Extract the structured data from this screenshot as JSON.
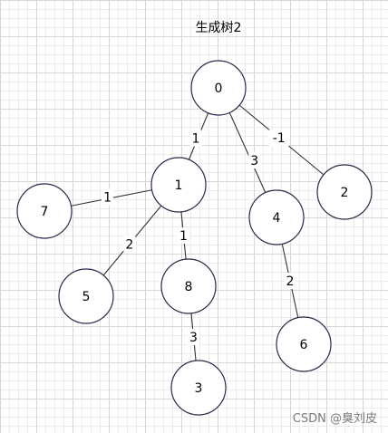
{
  "title": "生成树2",
  "watermark": "CSDN @臭刘皮",
  "graph": {
    "nodes": [
      {
        "id": "n0",
        "label": "0"
      },
      {
        "id": "n1",
        "label": "1"
      },
      {
        "id": "n2",
        "label": "2"
      },
      {
        "id": "n4",
        "label": "4"
      },
      {
        "id": "n7",
        "label": "7"
      },
      {
        "id": "n5",
        "label": "5"
      },
      {
        "id": "n8",
        "label": "8"
      },
      {
        "id": "n6",
        "label": "6"
      },
      {
        "id": "n3",
        "label": "3"
      }
    ],
    "edges": [
      {
        "from": "n0",
        "to": "n1",
        "weight": "1"
      },
      {
        "from": "n0",
        "to": "n4",
        "weight": "3"
      },
      {
        "from": "n0",
        "to": "n2",
        "weight": "-1"
      },
      {
        "from": "n1",
        "to": "n7",
        "weight": "1"
      },
      {
        "from": "n1",
        "to": "n5",
        "weight": "2"
      },
      {
        "from": "n1",
        "to": "n8",
        "weight": "1"
      },
      {
        "from": "n4",
        "to": "n6",
        "weight": "2"
      },
      {
        "from": "n8",
        "to": "n3",
        "weight": "3"
      }
    ]
  }
}
